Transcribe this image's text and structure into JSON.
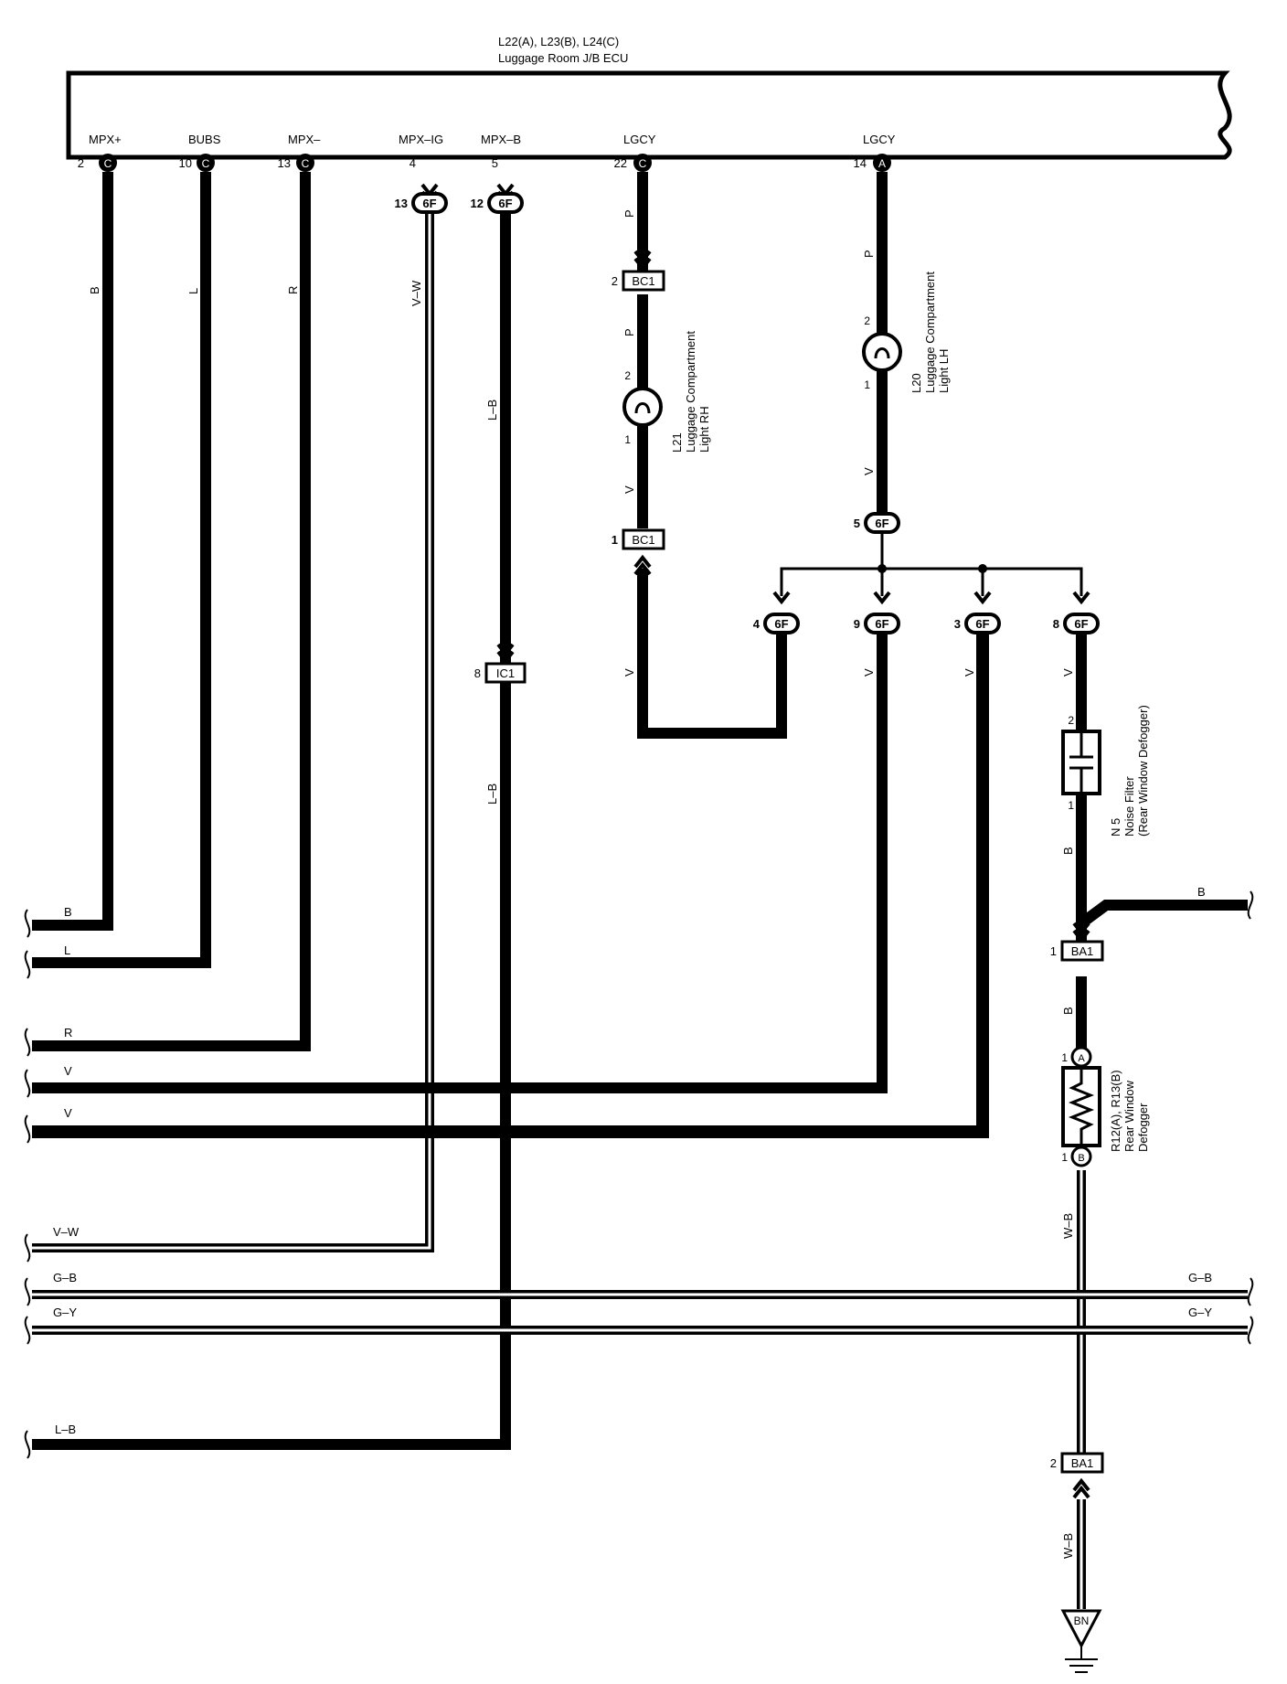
{
  "ecu": {
    "title": "L22(A), L23(B), L24(C)",
    "subtitle": "Luggage Room J/B ECU",
    "terminals": [
      {
        "label": "MPX+",
        "pin": "2",
        "conn": "C"
      },
      {
        "label": "BUBS",
        "pin": "10",
        "conn": "C"
      },
      {
        "label": "MPX–",
        "pin": "13",
        "conn": "C"
      },
      {
        "label": "MPX–IG",
        "pin": "4"
      },
      {
        "label": "MPX–B",
        "pin": "5"
      },
      {
        "label": "LGCY",
        "pin": "22",
        "conn": "C"
      },
      {
        "label": "LGCY",
        "pin": "14",
        "conn": "A"
      }
    ]
  },
  "connectors": {
    "c6f": "6F",
    "bc1": "BC1",
    "ic1": "IC1",
    "ba1": "BA1",
    "pins": {
      "mpxig_6f": "13",
      "mpxb_6f": "12",
      "bc1_top": "2",
      "bc1_bottom": "1",
      "lh_6f": "5",
      "j4": "4",
      "j9": "9",
      "j3": "3",
      "j8": "8",
      "ic1": "8",
      "ba1_top": "1",
      "ba1_bottom": "2"
    }
  },
  "wire_colors": {
    "b": "B",
    "l": "L",
    "r": "R",
    "vw": "V–W",
    "lb": "L–B",
    "p": "P",
    "v": "V",
    "wb": "W–B",
    "gb": "G–B",
    "gy": "G–Y"
  },
  "components": {
    "l21": {
      "ref": "L21",
      "line1": "Luggage Compartment",
      "line2": "Light RH",
      "pin_top": "2",
      "pin_bottom": "1"
    },
    "l20": {
      "ref": "L20",
      "line1": "Luggage Compartment",
      "line2": "Light LH",
      "pin_top": "2",
      "pin_bottom": "1"
    },
    "n5": {
      "ref": "N 5",
      "line1": "Noise Filter",
      "line2": "(Rear Window Defogger)",
      "pin_top": "2",
      "pin_bottom": "1"
    },
    "r12": {
      "ref": "R12(A), R13(B)",
      "line1": "Rear Window",
      "line2": "Defogger",
      "pin_top": "1",
      "conn_top": "A",
      "pin_bottom": "1",
      "conn_bottom": "B"
    },
    "ground": {
      "label": "BN"
    }
  }
}
